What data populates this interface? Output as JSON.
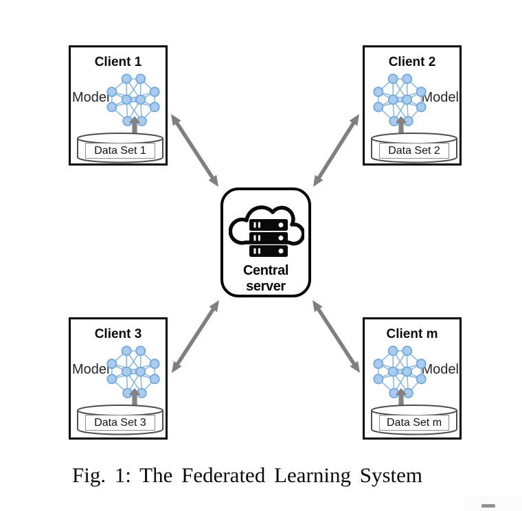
{
  "figure": {
    "caption": "Fig. 1: The Federated Learning System"
  },
  "server": {
    "label": "Central server",
    "icon": "cloud-server-icon"
  },
  "clients": [
    {
      "id": "client-1",
      "title": "Client 1",
      "model_label": "Model",
      "dataset_label": "Data Set 1",
      "model_side": "left"
    },
    {
      "id": "client-2",
      "title": "Client 2",
      "model_label": "Model",
      "dataset_label": "Data Set 2",
      "model_side": "right"
    },
    {
      "id": "client-3",
      "title": "Client 3",
      "model_label": "Model",
      "dataset_label": "Data Set 3",
      "model_side": "left"
    },
    {
      "id": "client-m",
      "title": "Client m",
      "model_label": "Model",
      "dataset_label": "Data Set m",
      "model_side": "right"
    }
  ],
  "icons": {
    "neural_network": "neural-network-icon",
    "dataset": "database-cylinder-icon",
    "upload": "up-arrow-icon",
    "link": "double-headed-arrow-icon"
  },
  "colors": {
    "arrow": "#7f7f7f",
    "box_border": "#000000",
    "nn_node_fill": "#a8cbee",
    "nn_node_stroke": "#6fa8dc",
    "nn_edge": "#85b3e2",
    "model_text": "#26262e",
    "cylinder_border": "#4d4d4d"
  }
}
